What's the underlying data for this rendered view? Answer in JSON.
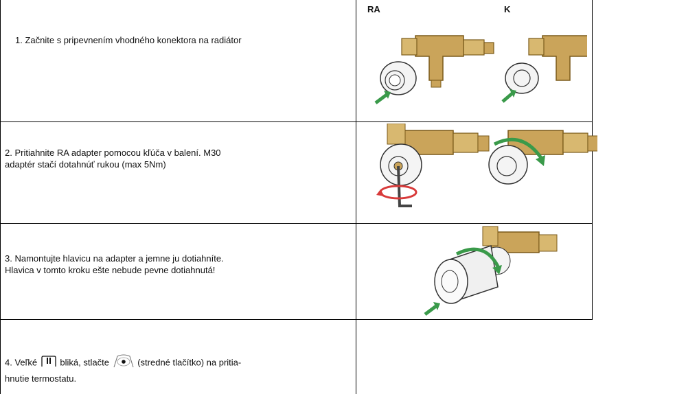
{
  "header": {
    "col_ra": "RA",
    "col_k": "K"
  },
  "steps": [
    {
      "text": "1.  Začnite s pripevnením vhodného konektora na radiátor"
    },
    {
      "line1": "2. Pritiahnite RA adapter pomocou kľúča v balení. M30",
      "line2": "adaptér stačí dotahnúť rukou (max 5Nm)"
    },
    {
      "line1": "3. Namontujte hlavicu na adapter a jemne ju dotiahníte.",
      "line2": "Hlavica v tomto kroku ešte nebude pevne dotiahnutá!"
    },
    {
      "part1": "4. Veľké",
      "part2": "bliká, stlačte",
      "part3": "(stredné tlačítko) na pritia-",
      "line2": "hnutie termostatu."
    }
  ],
  "colors": {
    "brass": "#caa45a",
    "arrow": "#3a9a4a",
    "wrench_arrow": "#d83a3a",
    "line": "#000000"
  },
  "icons": [
    "radiator-valve-ra-icon",
    "radiator-valve-k-icon",
    "adapter-ring-icon",
    "hex-key-icon",
    "rotate-arrow-icon",
    "thermostat-head-icon",
    "valve-symbol-icon",
    "center-button-icon"
  ]
}
